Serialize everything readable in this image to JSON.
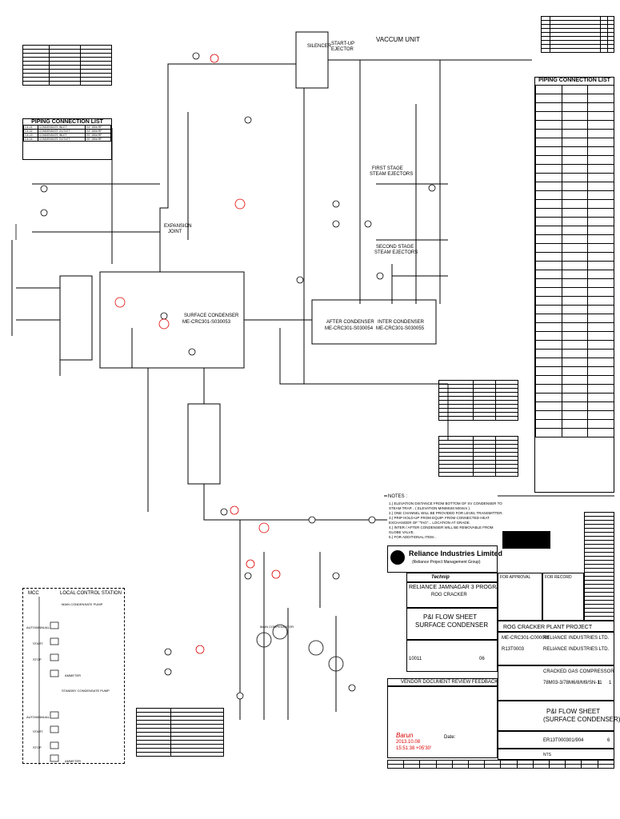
{
  "labels": {
    "vacuum_unit": "VACCUM UNIT",
    "surface_condenser": "SURFACE CONDENSER",
    "surface_condenser_tag": "ME-CRC301-S030053",
    "after_condenser": "AFTER CONDENSER",
    "after_condenser_tag": "ME-CRC301-S030054",
    "inter_condenser": "INTER CONDENSER",
    "inter_condenser_tag": "ME-CRC301-S030055",
    "first_stage": "FIRST STAGE",
    "first_stage_2": "STEAM EJECTORS",
    "second_stage": "SECOND STAGE",
    "second_stage_2": "STEAM EJECTORS",
    "startup_ejector": "START-UP",
    "startup_ejector_2": "EJECTOR",
    "silencer": "SILENCER",
    "expansion_joint": "EXPANSION",
    "expansion_joint_2": "JOINT",
    "main_condensate_pump": "MAIN CONDENSATE PUMP",
    "standby_condensate_pump": "STANDBY CONDENSATE PUMP",
    "main_compensator": "MAIN COMPENSATOR"
  },
  "piping_left": {
    "title": "PIPING CONNECTION LIST",
    "rows": [
      [
        "C4-01",
        "CONDENSATE INLET",
        "24\" 150# RF"
      ],
      [
        "C4-02",
        "CONDENSATE OUTLET",
        "24\" 150# RF"
      ],
      [
        "C4-03",
        "CONDENSATE INLET",
        "20\" 150# RF"
      ],
      [
        "C4-04",
        "CONDENSATE OUTLET",
        "20\" 150# RF"
      ]
    ]
  },
  "piping_right": {
    "title": "PIPING CONNECTION LIST",
    "rows": 40
  },
  "notes": {
    "title": "NOTES :",
    "items": [
      "1.) ELEVATION DISTANCE FROM BOTTOM OF SV CONDENSER TO",
      "    STEAM TRAP... ( ELEVATION MINIMUM 500mm ).",
      "2.) ONE CHANNEL WILL BE PROVIDED FOR LEVEL TRANSMITTER.",
      "3.) PRIP HOLD-UP FROM EQUIP. FROM CONNECTED HEAT",
      "    EXCHANGER OF \"TAG\"... LOCATION AT GRADE.",
      "4.) INTER / AFTER CONDENSER WILL BE REMOVABLE FROM",
      "    GLOBE VALVE.",
      "5.) FOR ADDITIONAL ITEM..."
    ]
  },
  "company": {
    "name": "Reliance Industries Limited",
    "sub": "(Reliance Project Management Group)",
    "contractor": "Technip",
    "program": "RELIANCE JAMNAGAR 3 PROGRAM",
    "unit": "ROG CRACKER",
    "doc_title_1": "P&I FLOW SHEET",
    "doc_title_2": "SURFACE CONDENSER",
    "job_no": "10011",
    "doc_ref": "ME-CRC301-C000001",
    "po_ref": "R13T0003",
    "sheet_rev": "06",
    "for_approval": "FOR APPROVAL",
    "for_record": "FOR RECORD",
    "review": "VENDOR DOCUMENT REVIEW FEEDBACK",
    "project": "ROG CRACKER PLANT PROJECT",
    "owner_1": "RELIANCE INDUSTRIES LTD.",
    "owner_2": "RELIANCE INDUSTRIES LTD.",
    "equipment": "CRACKED GAS COMPRESSOR",
    "drawing_no": "78M03-3/78M6/8/M9/SN-11",
    "sheet": "1",
    "rev": "1",
    "title_block_1": "P&I FLOW SHEET",
    "title_block_2": "(SURFACE CONDENSER)",
    "vendor_doc": "ER13T000301/904",
    "vendor_rev": "6",
    "signature": "Barun",
    "sign_date": "2013.10.08",
    "sign_time": "15:51:38 +05'30'",
    "date_label": "Date:",
    "nts": "NTS"
  },
  "local_control": {
    "mcc": "MCC",
    "station": "LOCAL CONTROL STATION",
    "auto": "AUTO/MANUAL",
    "start": "START",
    "stop": "STOP",
    "ammeter": "AMMETER"
  },
  "colors": {
    "ink": "#000000",
    "markup": "#dd0000"
  }
}
